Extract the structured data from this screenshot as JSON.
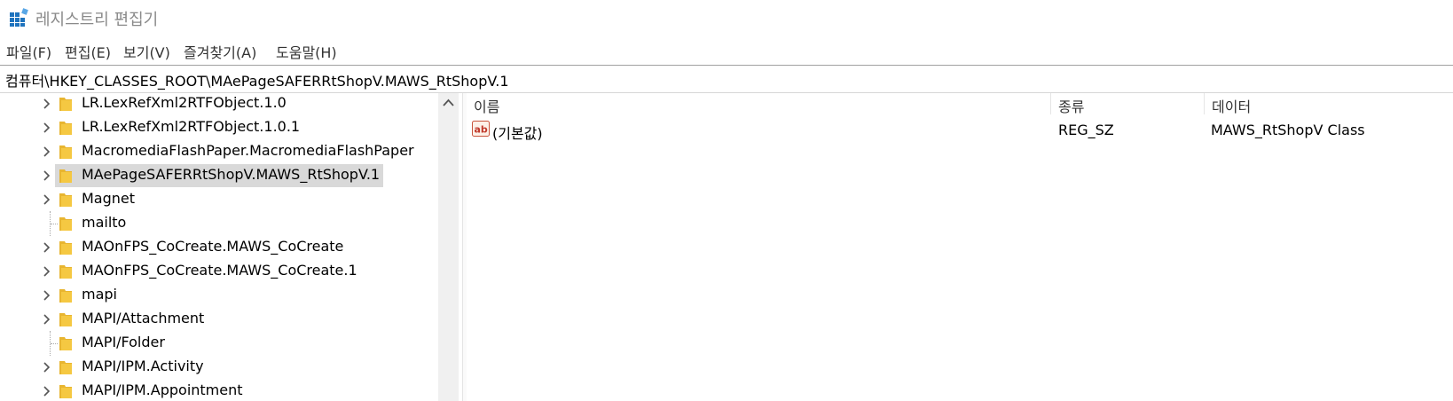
{
  "window": {
    "title": "레지스트리 편집기"
  },
  "menu": [
    {
      "label": "파일(F)"
    },
    {
      "label": "편집(E)"
    },
    {
      "label": "보기(V)"
    },
    {
      "label": "즐겨찾기(A)"
    },
    {
      "label": "도움말(H)"
    }
  ],
  "address": {
    "path": "컴퓨터\\HKEY_CLASSES_ROOT\\MAePageSAFERRtShopV.MAWS_RtShopV.1"
  },
  "tree": {
    "items": [
      {
        "label": "LR.LexRefXml2RTFObject.1.0",
        "expandable": true,
        "selected": false
      },
      {
        "label": "LR.LexRefXml2RTFObject.1.0.1",
        "expandable": true,
        "selected": false
      },
      {
        "label": "MacromediaFlashPaper.MacromediaFlashPaper",
        "expandable": true,
        "selected": false
      },
      {
        "label": "MAePageSAFERRtShopV.MAWS_RtShopV.1",
        "expandable": true,
        "selected": true
      },
      {
        "label": "Magnet",
        "expandable": true,
        "selected": false
      },
      {
        "label": "mailto",
        "expandable": false,
        "selected": false
      },
      {
        "label": "MAOnFPS_CoCreate.MAWS_CoCreate",
        "expandable": true,
        "selected": false
      },
      {
        "label": "MAOnFPS_CoCreate.MAWS_CoCreate.1",
        "expandable": true,
        "selected": false
      },
      {
        "label": "mapi",
        "expandable": true,
        "selected": false
      },
      {
        "label": "MAPI/Attachment",
        "expandable": true,
        "selected": false
      },
      {
        "label": "MAPI/Folder",
        "expandable": false,
        "selected": false
      },
      {
        "label": "MAPI/IPM.Activity",
        "expandable": true,
        "selected": false
      },
      {
        "label": "MAPI/IPM.Appointment",
        "expandable": true,
        "selected": false
      }
    ]
  },
  "columns": {
    "name": "이름",
    "type": "종류",
    "data": "데이터"
  },
  "values": [
    {
      "name": "(기본값)",
      "type": "REG_SZ",
      "data": "MAWS_RtShopV Class",
      "icon": "string-value-icon"
    }
  ],
  "colors": {
    "selection": "#d9d9d9",
    "folder": "#f5c842",
    "menu_text": "#333333",
    "title_text": "#8a8a8a"
  }
}
